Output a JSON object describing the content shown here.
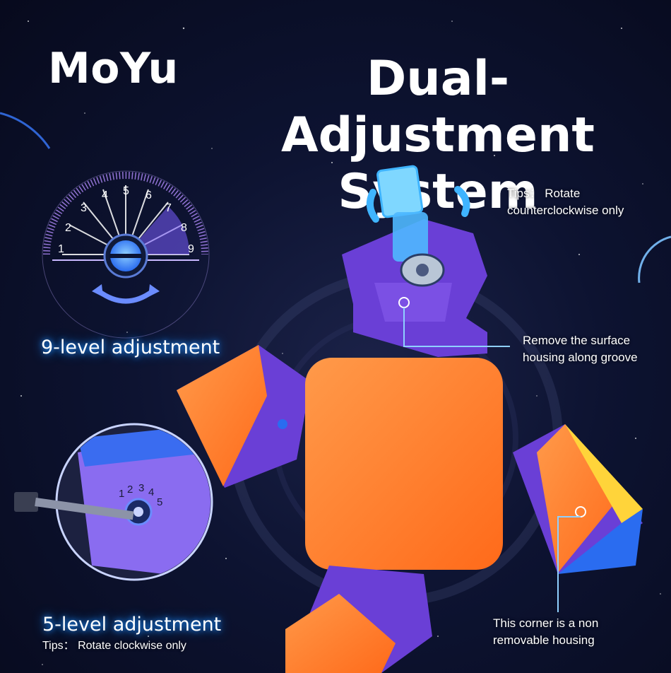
{
  "brand": "MoYu",
  "title_line1": "Dual-Adjustment",
  "title_line2": "System",
  "dial": {
    "numbers": [
      "1",
      "2",
      "3",
      "4",
      "5",
      "6",
      "7",
      "8",
      "9"
    ],
    "label": "9-level adjustment"
  },
  "tip_top": {
    "line1": "Tips： Rotate",
    "line2": "counterclockwise only"
  },
  "remove_note": {
    "line1": "Remove the surface",
    "line2": "housing along groove"
  },
  "screw": {
    "numbers": [
      "1",
      "2",
      "3",
      "4",
      "5"
    ],
    "label": "5-level adjustment",
    "tip": "Tips： Rotate clockwise only"
  },
  "corner_note": {
    "line1": "This corner is a non",
    "line2": "removable housing"
  },
  "colors": {
    "orange": "#ff7a2a",
    "purple": "#6a3fd6",
    "blue": "#2a6cf0",
    "yellow": "#ffd43a",
    "glow": "#3fb4ff"
  }
}
